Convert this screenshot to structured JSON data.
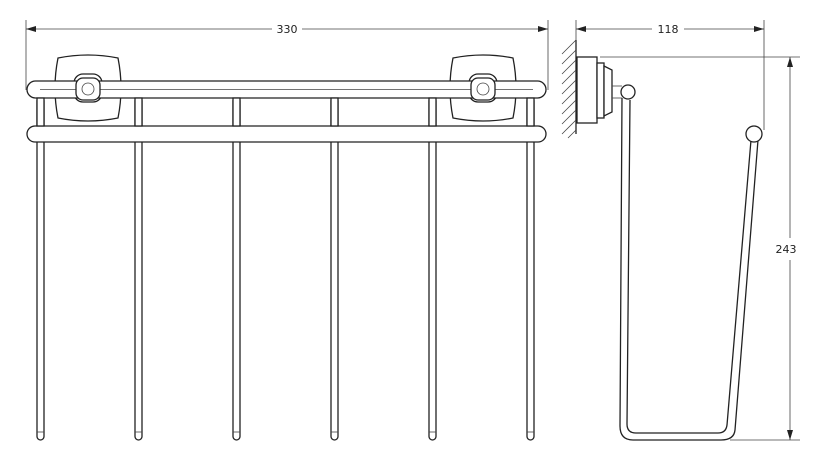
{
  "drawing": {
    "front_view": {
      "width_label": "330"
    },
    "side_view": {
      "depth_label": "118",
      "height_label": "243"
    }
  }
}
